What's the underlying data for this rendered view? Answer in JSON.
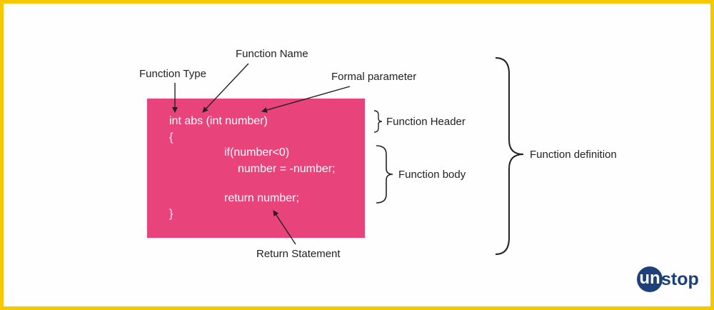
{
  "labels": {
    "function_name": "Function Name",
    "function_type": "Function Type",
    "formal_parameter": "Formal parameter",
    "function_header": "Function Header",
    "function_body": "Function body",
    "function_definition": "Function definition",
    "return_statement": "Return Statement"
  },
  "code_lines": [
    "int abs (int number)",
    "{",
    "if(number<0)",
    "number = -number;",
    "return number;",
    "}"
  ],
  "logo": {
    "circle_letters": "un",
    "rest": "stop"
  },
  "colors": {
    "border": "#f7c800",
    "code_box": "#e8437a",
    "logo": "#1d3f7a"
  }
}
